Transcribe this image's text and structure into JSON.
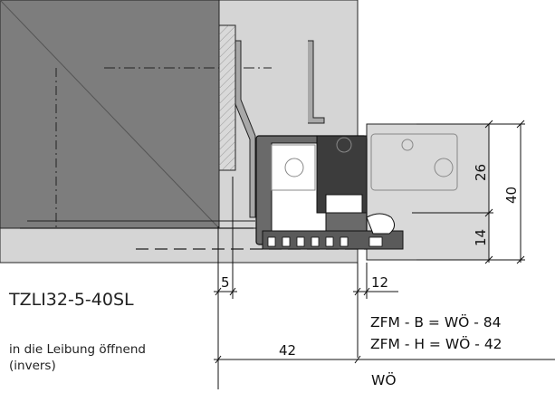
{
  "title": "TZLI32-5-40SL",
  "description": {
    "line1": "in die Leibung öffnend",
    "line2": "(invers)"
  },
  "dimensions": {
    "d5": "5",
    "d12": "12",
    "d42": "42",
    "d26": "26",
    "d14": "14",
    "d40": "40"
  },
  "formulas": {
    "b": "ZFM - B = WÖ - 84",
    "h": "ZFM - H = WÖ - 42"
  },
  "wo_label": "WÖ",
  "colors": {
    "wall": "#7d7d7d",
    "frame": "#d3d3d3",
    "profile": "#5a5a5a",
    "dark_block": "#3c3c3c",
    "stroke": "#1a1a1a"
  }
}
